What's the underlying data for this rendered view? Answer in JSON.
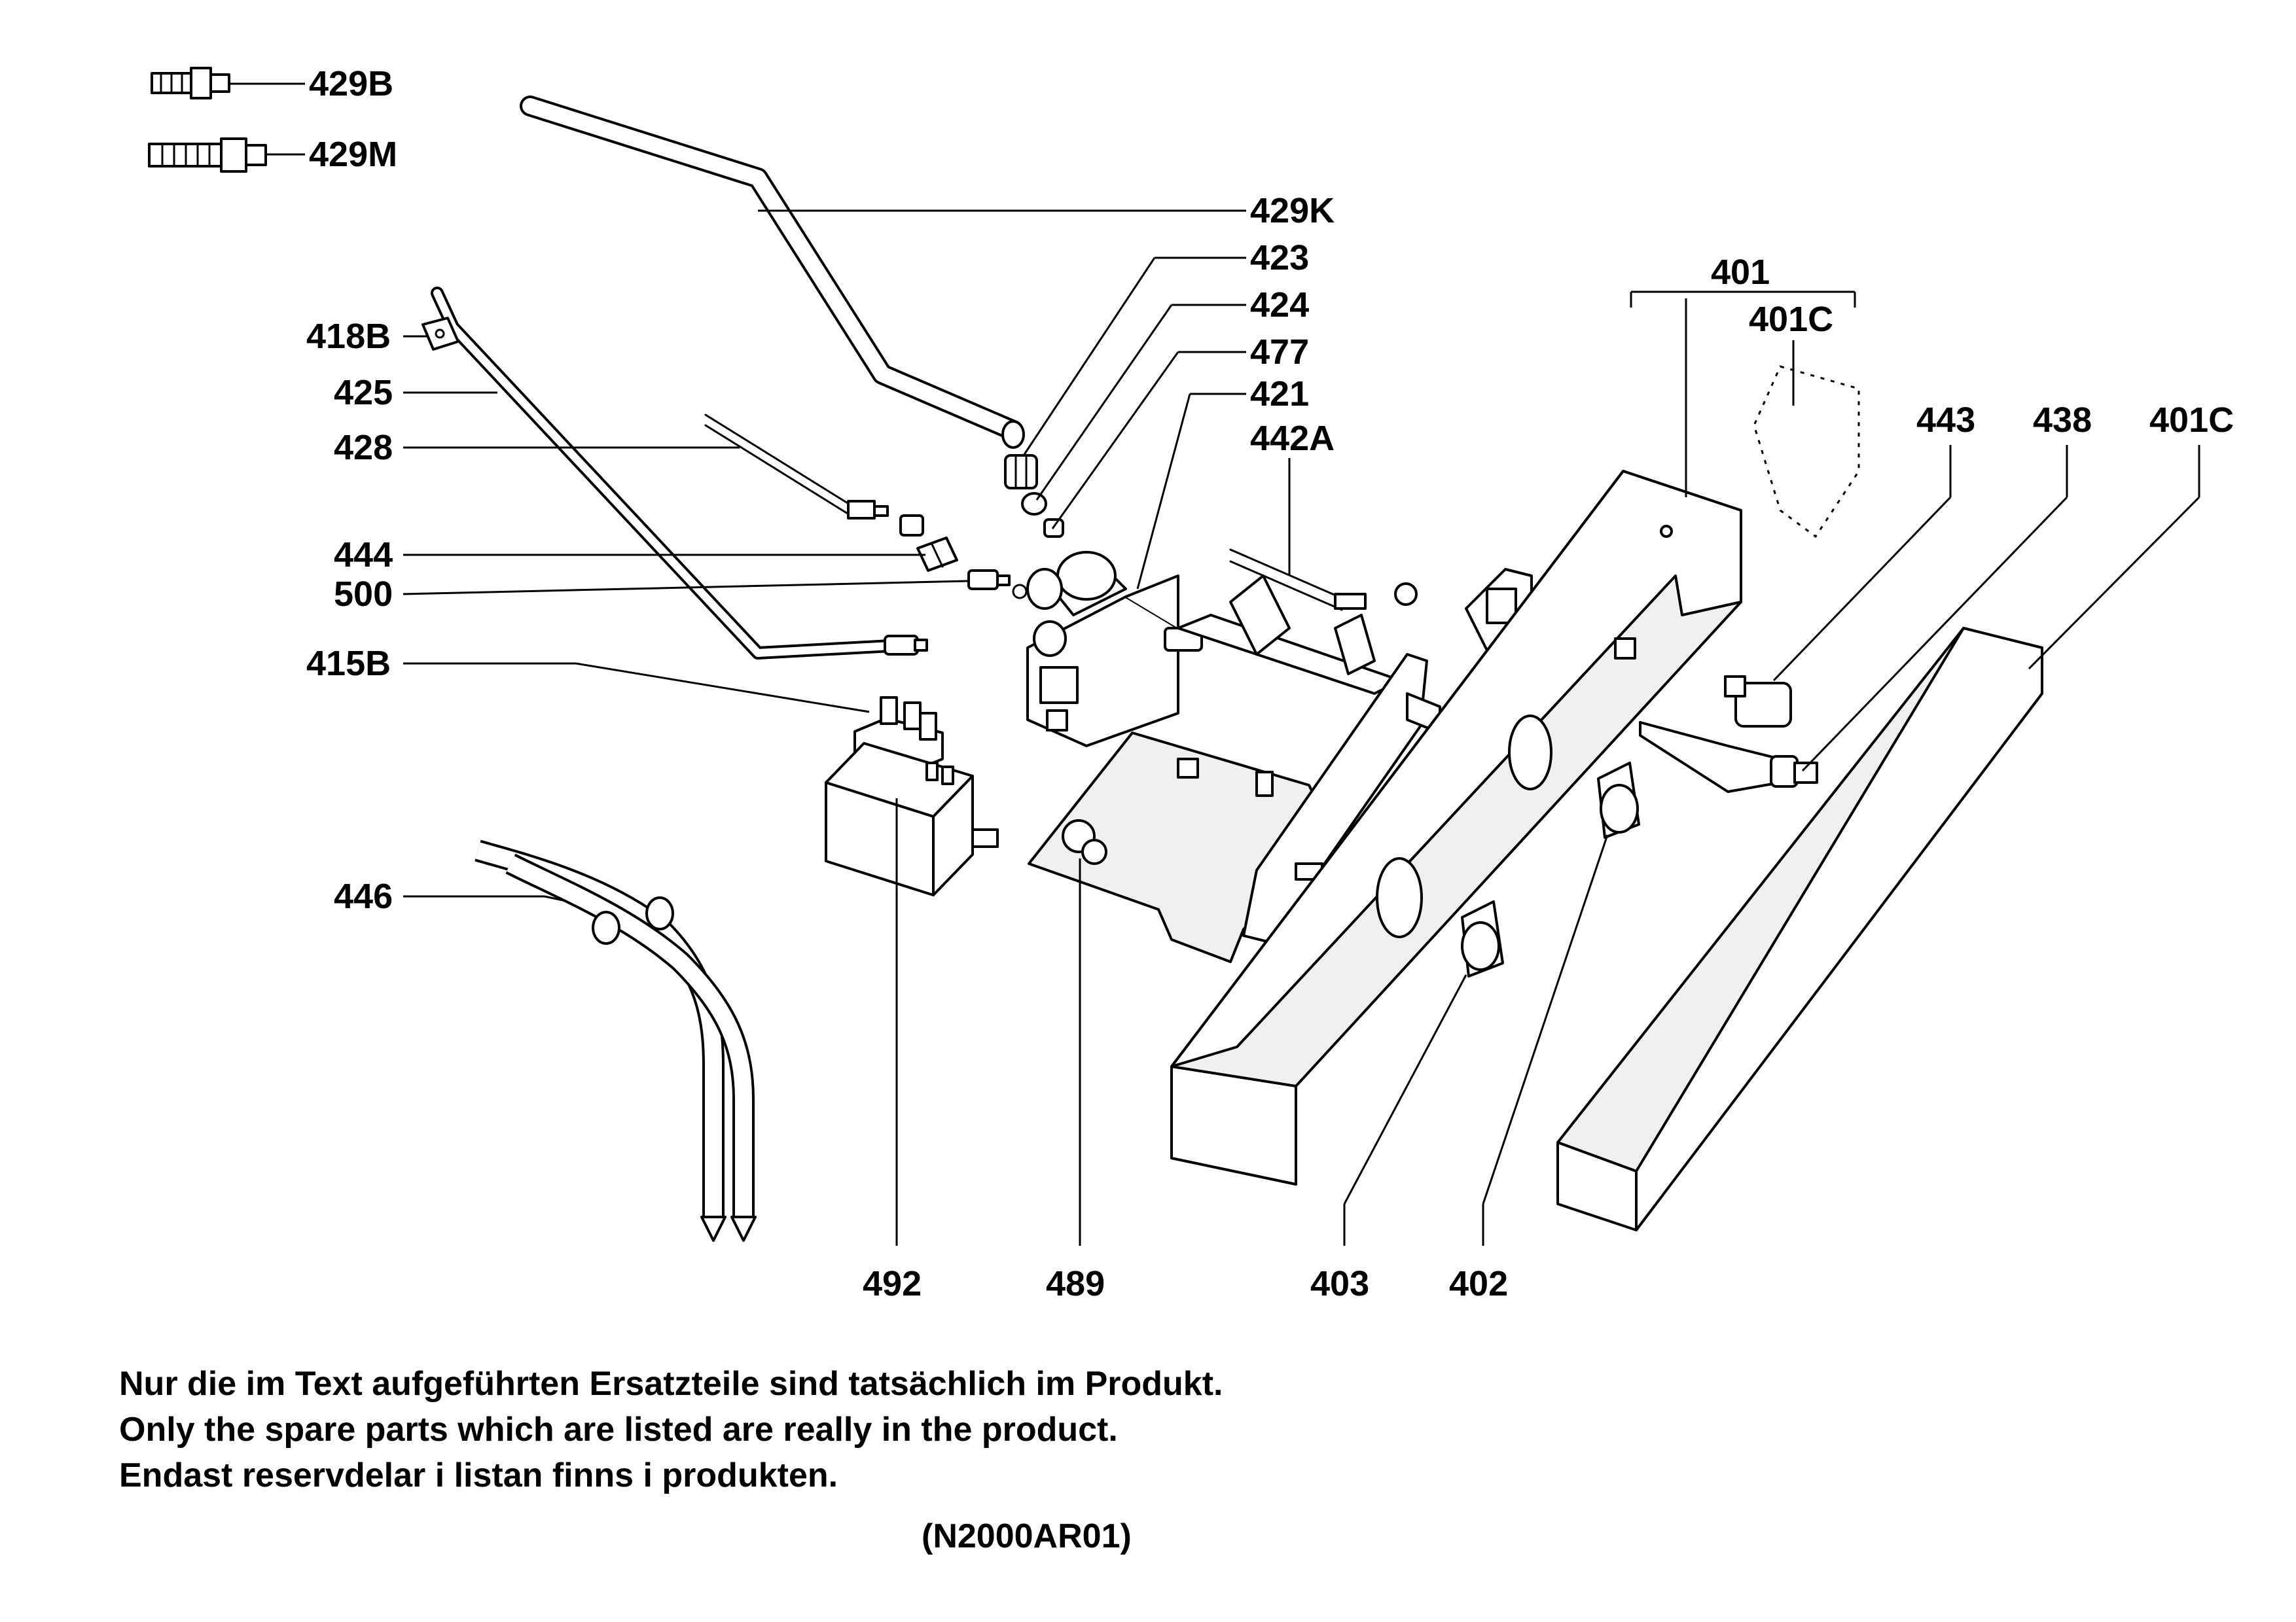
{
  "labels": {
    "p429B": "429B",
    "p429M": "429M",
    "p429K": "429K",
    "p423": "423",
    "p424": "424",
    "p477": "477",
    "p421": "421",
    "p442A": "442A",
    "p418B": "418B",
    "p425": "425",
    "p428": "428",
    "p444": "444",
    "p500": "500",
    "p415B": "415B",
    "p446": "446",
    "p492": "492",
    "p489": "489",
    "p403": "403",
    "p402": "402",
    "p401": "401",
    "p401C_top": "401C",
    "p443": "443",
    "p438": "438",
    "p401C_right": "401C"
  },
  "notes": [
    "Nur die im Text aufgeführten Ersatzteile sind tatsächlich im Produkt.",
    "Only the spare parts which are listed are really in the product.",
    "Endast reservdelar i listan finns i produkten."
  ],
  "drawing_code": "(N2000AR01)"
}
